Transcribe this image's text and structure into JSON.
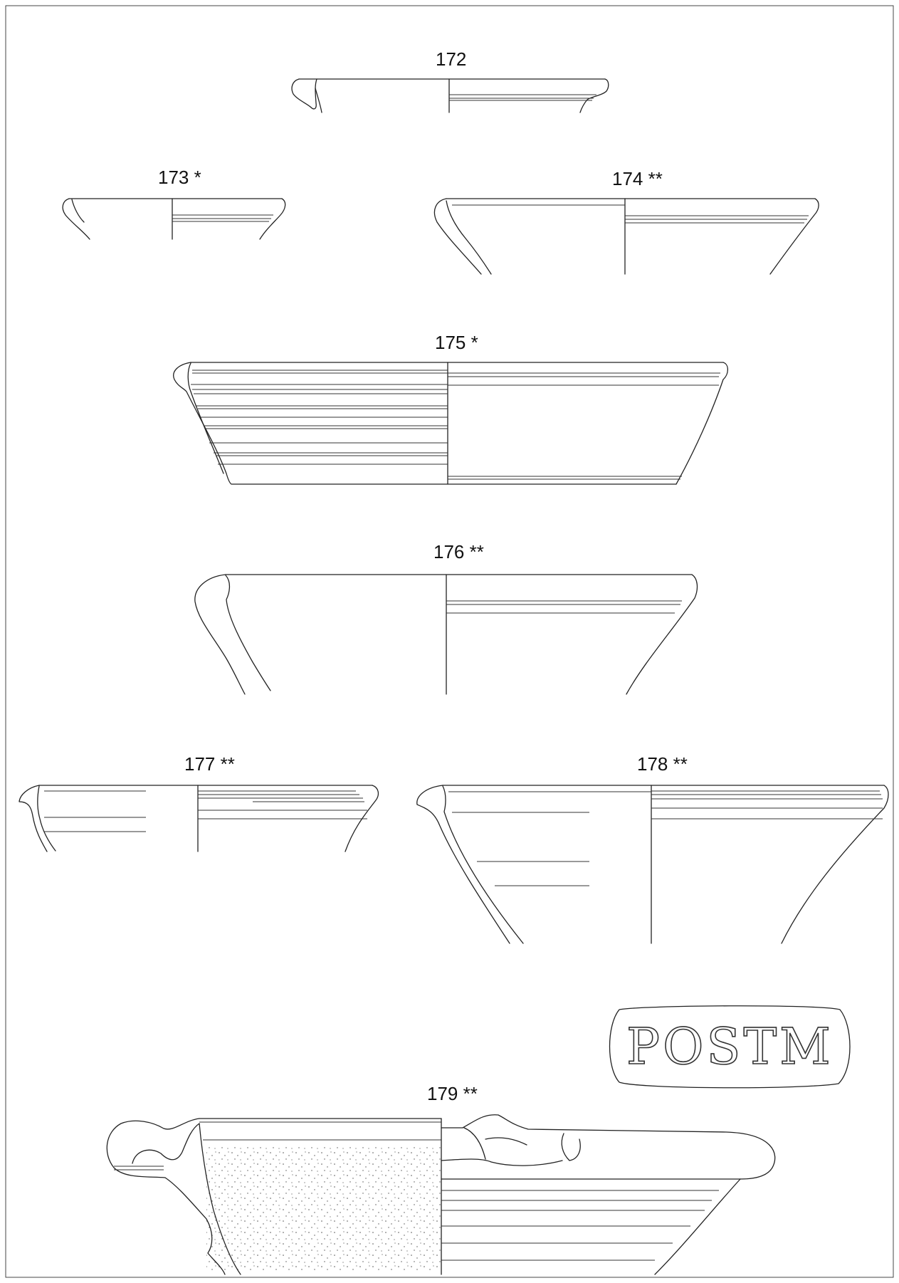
{
  "plate": {
    "items": [
      {
        "id": "172",
        "label": "172"
      },
      {
        "id": "173",
        "label": "173 *"
      },
      {
        "id": "174",
        "label": "174 **"
      },
      {
        "id": "175",
        "label": "175 *"
      },
      {
        "id": "176",
        "label": "176 **"
      },
      {
        "id": "177",
        "label": "177 **"
      },
      {
        "id": "178",
        "label": "178 **"
      },
      {
        "id": "179",
        "label": "179 **"
      }
    ],
    "stamp": {
      "text": "POSTM"
    }
  }
}
